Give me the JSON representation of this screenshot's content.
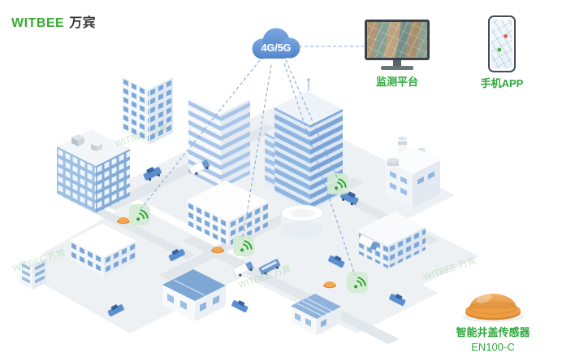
{
  "logo": {
    "brand": "WITBEE",
    "suffix": "万宾"
  },
  "watermark": {
    "text": "WITBEE 万宾"
  },
  "cloud": {
    "label": "4G/5G"
  },
  "platform": {
    "label": "监测平台"
  },
  "app": {
    "label": "手机APP"
  },
  "device": {
    "name": "智能井盖传感器",
    "model": "EN100-C"
  },
  "colors": {
    "brand_green": "#3aaa35",
    "label_green": "#2fa83c",
    "cloud_blue": "#5d8fd6",
    "building_blue": "#8fb6e0",
    "sensor_orange": "#ef9d43",
    "signal_green": "#2ea335"
  },
  "icons": {
    "cloud": "cloud-icon",
    "monitor": "monitor-icon",
    "phone": "phone-icon",
    "signal": "signal-ripple-icon",
    "manhole_sensor": "manhole-sensor-icon",
    "car": "car-icon",
    "truck": "truck-icon",
    "bus": "bus-icon"
  }
}
